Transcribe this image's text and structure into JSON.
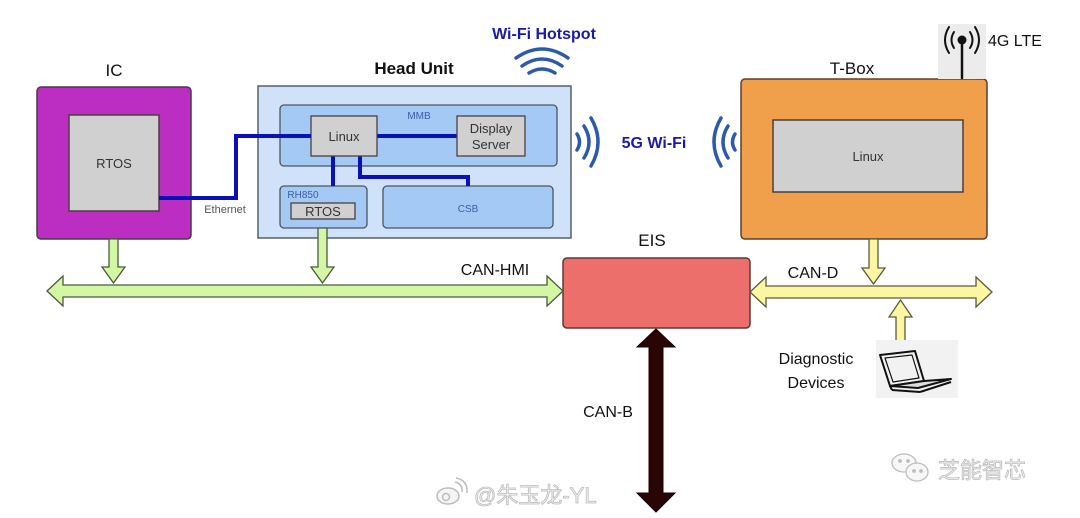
{
  "components": {
    "ic": {
      "title": "IC",
      "inner": "RTOS",
      "color": "#bc2dc1"
    },
    "head_unit": {
      "title": "Head Unit",
      "mmb_label": "MMB",
      "linux": "Linux",
      "display_server_line1": "Display",
      "display_server_line2": "Server",
      "rh850_label": "RH850",
      "rh850_inner": "RTOS",
      "csb": "CSB",
      "color": "#cfe2fa"
    },
    "tbox": {
      "title": "T-Box",
      "inner": "Linux",
      "color": "#f0a04a"
    },
    "eis": {
      "title": "EIS",
      "color": "#ec6f6b"
    }
  },
  "links": {
    "ethernet": "Ethernet",
    "wifi_hotspot": "Wi-Fi Hotspot",
    "wifi_5g": "5G Wi-Fi",
    "lte": "4G LTE"
  },
  "buses": {
    "can_hmi": {
      "label": "CAN-HMI",
      "color": "#d4f7a4"
    },
    "can_d": {
      "label": "CAN-D",
      "color": "#fbf6a1"
    },
    "can_b": {
      "label": "CAN-B",
      "color": "#2a0505"
    }
  },
  "external": {
    "diagnostic_line1": "Diagnostic",
    "diagnostic_line2": "Devices"
  },
  "watermarks": {
    "weibo": "@朱玉龙-YL",
    "wechat": "芝能智芯"
  }
}
